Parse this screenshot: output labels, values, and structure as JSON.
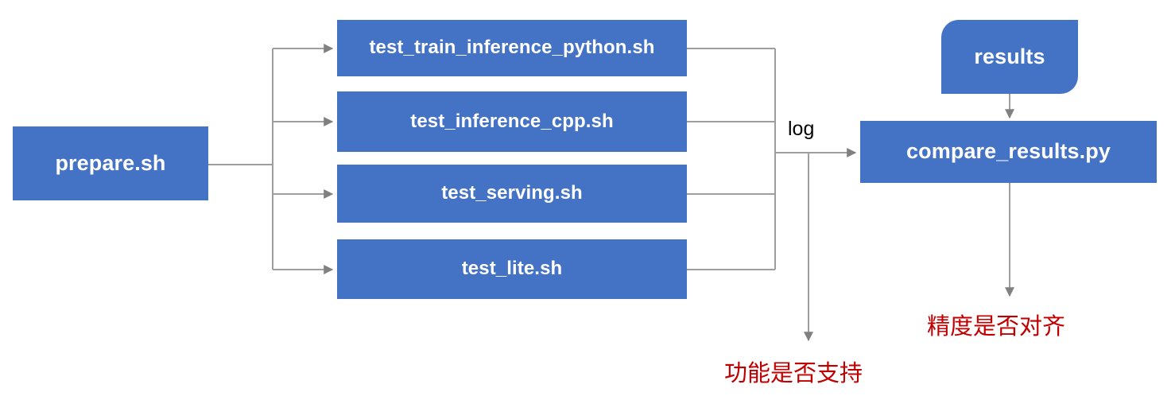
{
  "diagram": {
    "title": "paddle test tipc pipeline",
    "colors": {
      "node_fill": "#4472C4",
      "node_text": "#FFFFFF",
      "connector": "#9E9E9E",
      "note_text": "#C00000",
      "background": "#FFFFFF"
    },
    "nodes": {
      "prepare": {
        "label": "prepare.sh"
      },
      "train_inference_python": {
        "label": "test_train_inference_python.sh"
      },
      "inference_cpp": {
        "label": "test_inference_cpp.sh"
      },
      "serving": {
        "label": "test_serving.sh"
      },
      "lite": {
        "label": "test_lite.sh"
      },
      "results": {
        "label": "results"
      },
      "compare_results": {
        "label": "compare_results.py"
      }
    },
    "edge_labels": {
      "log": "log"
    },
    "notes": {
      "function_supported": "功能是否支持",
      "accuracy_aligned": "精度是否对齐"
    }
  }
}
